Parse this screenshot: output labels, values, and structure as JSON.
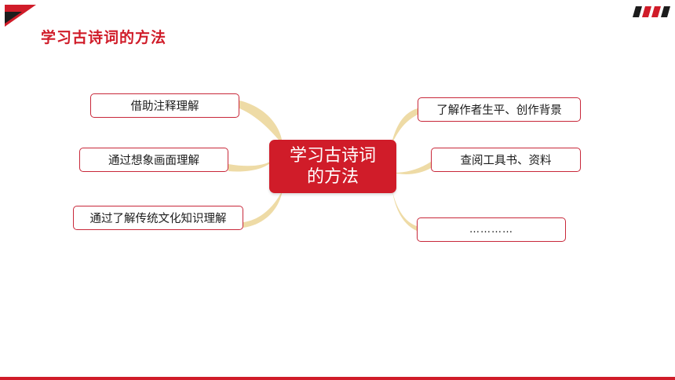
{
  "title": "学习古诗词的方法",
  "center": "学习古诗词的方法",
  "branches": {
    "left": [
      "借助注释理解",
      "通过想象画面理解",
      "通过了解传统文化知识理解"
    ],
    "right": [
      "了解作者生平、创作背景",
      "查阅工具书、资料",
      "…………"
    ]
  },
  "colors": {
    "accent": "#d01c29",
    "connector": "#eedba6",
    "border": "#c8283a"
  },
  "icons": [
    "corner-triangle-icon",
    "stripes-icon"
  ]
}
